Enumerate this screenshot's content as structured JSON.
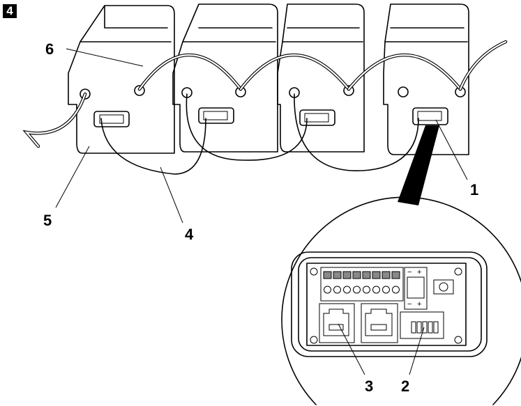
{
  "figure": {
    "step_number": "4",
    "callouts": {
      "c1": "1",
      "c2": "2",
      "c3": "3",
      "c4": "4",
      "c5": "5",
      "c6": "6"
    },
    "terminal_marks": {
      "minus": "−",
      "plus": "+"
    }
  }
}
